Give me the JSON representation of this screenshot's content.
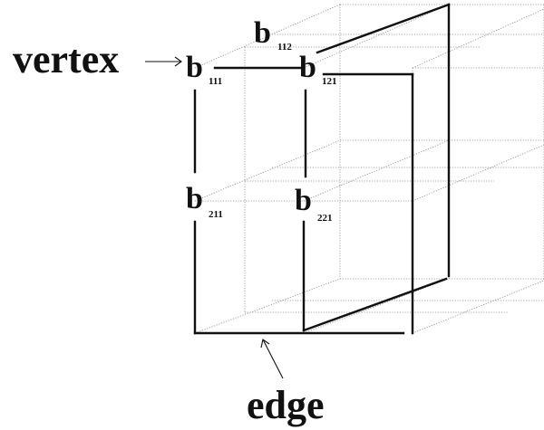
{
  "labels": {
    "vertex": "vertex",
    "edge": "edge"
  },
  "vertices": [
    {
      "letter": "b",
      "index": "112"
    },
    {
      "letter": "b",
      "index": "111"
    },
    {
      "letter": "b",
      "index": "121"
    },
    {
      "letter": "b",
      "index": "211"
    },
    {
      "letter": "b",
      "index": "221"
    }
  ]
}
